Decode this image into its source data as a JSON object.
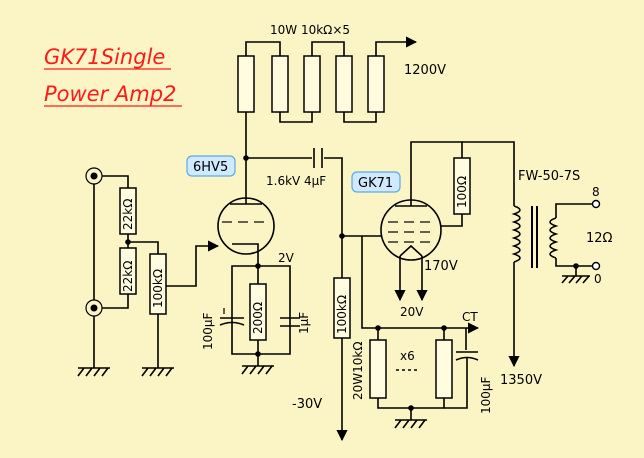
{
  "title": {
    "line1": "GK71Single",
    "line2": "Power Amp2"
  },
  "tubes": {
    "driver": "6HV5",
    "output": "GK71"
  },
  "labels": {
    "plate_res": "10W  10kΩ×5",
    "v1200": "1200V",
    "cap_coupling_v": "1.6kV",
    "cap_coupling": "4μF",
    "r22k_top": "22kΩ",
    "r22k_bottom": "22kΩ",
    "r100k_vol": "100kΩ",
    "v2": "2V",
    "cap100u_driver": "100μF",
    "r200": "200Ω",
    "cap1u": "1μF",
    "r100k_grid": "100kΩ",
    "vneg30": "-30V",
    "r100_screen": "100Ω",
    "v170": "170V",
    "v20": "20V",
    "ct": "CT",
    "r_bank": "20W10kΩ",
    "x6": "x6",
    "cap100u_bank": "100μF",
    "v1350": "1350V",
    "transformer": "FW-50-7S",
    "tap8": "8",
    "imp12": "12Ω",
    "tap0": "0"
  },
  "colors": {
    "background": "#fbf4c4",
    "title": "#ff1a1a",
    "tag_fill": "#cfe9ff",
    "tag_border": "#5aa9ee"
  }
}
